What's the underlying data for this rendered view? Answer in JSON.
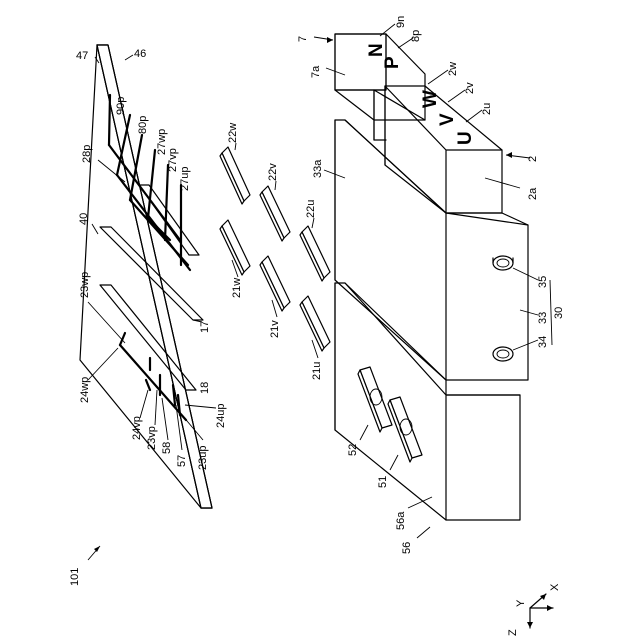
{
  "labels": {
    "assembly": "101",
    "board": "40",
    "board_top": "46",
    "board_side": "47",
    "p90p": "90p",
    "p80p": "80p",
    "p28p": "28p",
    "p27wp": "27wp",
    "p27vp": "27vp",
    "p27up": "27up",
    "p23wp": "23wp",
    "p24wp": "24wp",
    "p24vp": "24vp",
    "p23vp": "23vp",
    "p58": "58",
    "p57": "57",
    "p23up": "23up",
    "p24up": "24up",
    "p17": "17",
    "p18": "18",
    "p22w": "22w",
    "p22v": "22v",
    "p22u": "22u",
    "p21w": "21w",
    "p21v": "21v",
    "p21u": "21u",
    "p7": "7",
    "p7a": "7a",
    "p9n": "9n",
    "p8p": "8p",
    "p2w": "2w",
    "p2v": "2v",
    "p2u": "2u",
    "p2": "2",
    "p2a": "2a",
    "p33a": "33a",
    "p35": "35",
    "p33": "33",
    "p34": "34",
    "p30": "30",
    "p52": "52",
    "p51": "51",
    "p56a": "56a",
    "p56": "56"
  },
  "terminal_letters": {
    "n": "N",
    "p": "P",
    "w": "W",
    "v": "V",
    "u": "U"
  },
  "axes": {
    "x": "X",
    "y": "Y",
    "z": "Z"
  }
}
